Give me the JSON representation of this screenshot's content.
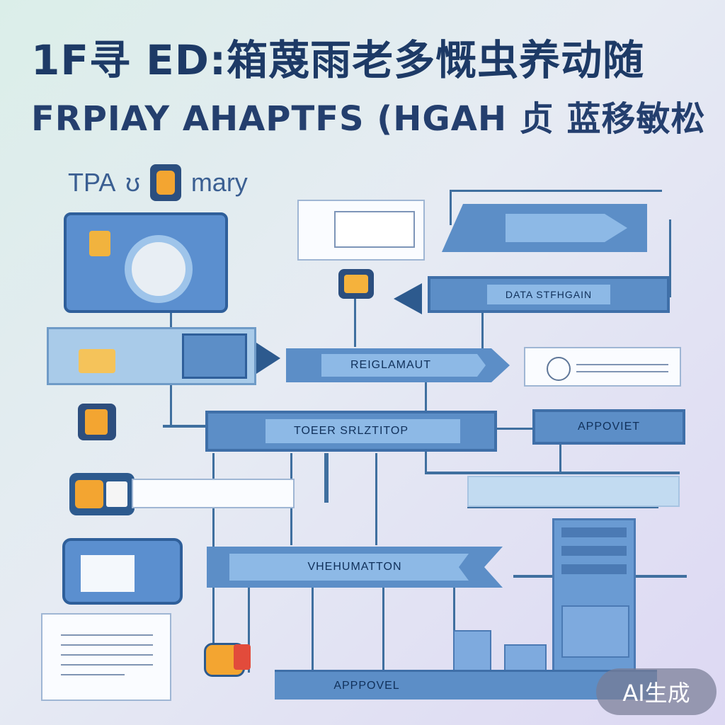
{
  "header": {
    "title_line1": "1F寻 ED:箱蔑雨老多慨虫养动随",
    "title_line2": "FRPIAY AHAPTFS (HGAH 贞 蓝移敏松",
    "subtitle_left": "TPA",
    "subtitle_mid": "ʊ",
    "subtitle_right": "mary"
  },
  "nodes": {
    "data_strategy": "DATA STFHGAIN",
    "registration": "REIGLAMAUT",
    "user_selection": "TOEER SRLZTITOP",
    "approval_right": "APPOVIET",
    "information": "VHEHUMATTON",
    "approval_bottom": "APPPOVEL"
  },
  "watermark": {
    "text": "AI生成"
  },
  "colors": {
    "bar_fill": "#5c8ec7",
    "bar_border": "#3f6fa8",
    "bar_label": "#8db9e6",
    "title": "#1d3a66",
    "accent_orange": "#f3a531"
  },
  "icons": [
    "padlock-icon",
    "document-icon",
    "folder-icon",
    "server-building-icon",
    "approval-folder-icon"
  ]
}
